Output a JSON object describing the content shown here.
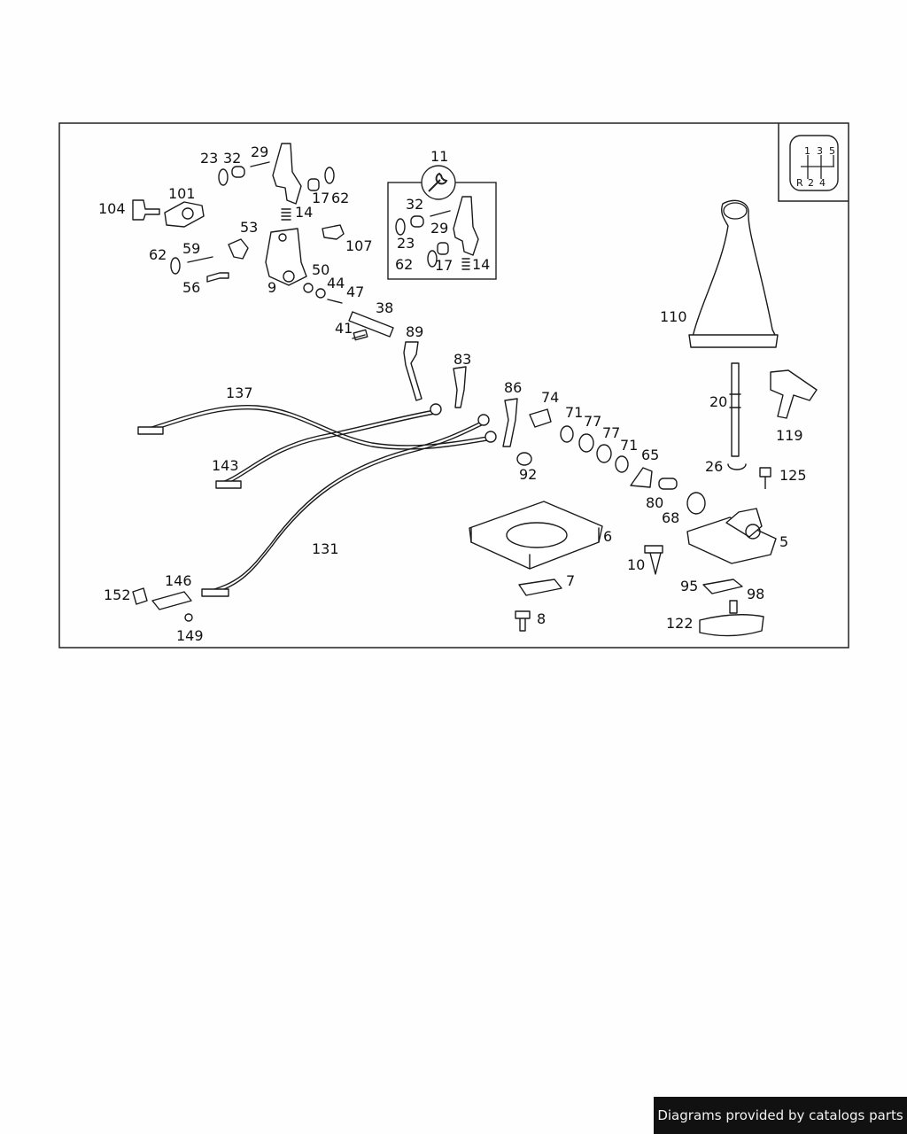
{
  "diagram": {
    "part_labels": [
      "23",
      "32",
      "29",
      "104",
      "101",
      "17",
      "62",
      "14",
      "11",
      "32",
      "29",
      "53",
      "107",
      "23",
      "62",
      "17",
      "14",
      "62",
      "59",
      "50",
      "56",
      "9",
      "44",
      "47",
      "38",
      "41",
      "89",
      "83",
      "110",
      "86",
      "74",
      "71",
      "77",
      "137",
      "77",
      "71",
      "20",
      "119",
      "65",
      "143",
      "92",
      "26",
      "125",
      "80",
      "68",
      "131",
      "6",
      "5",
      "10",
      "95",
      "98",
      "146",
      "152",
      "7",
      "149",
      "8",
      "122"
    ],
    "shift_pattern": {
      "top": [
        "1",
        "3",
        "5"
      ],
      "bottom": [
        "R",
        "2",
        "4"
      ]
    }
  },
  "footer": {
    "text": "Diagrams provided by catalogs parts"
  }
}
